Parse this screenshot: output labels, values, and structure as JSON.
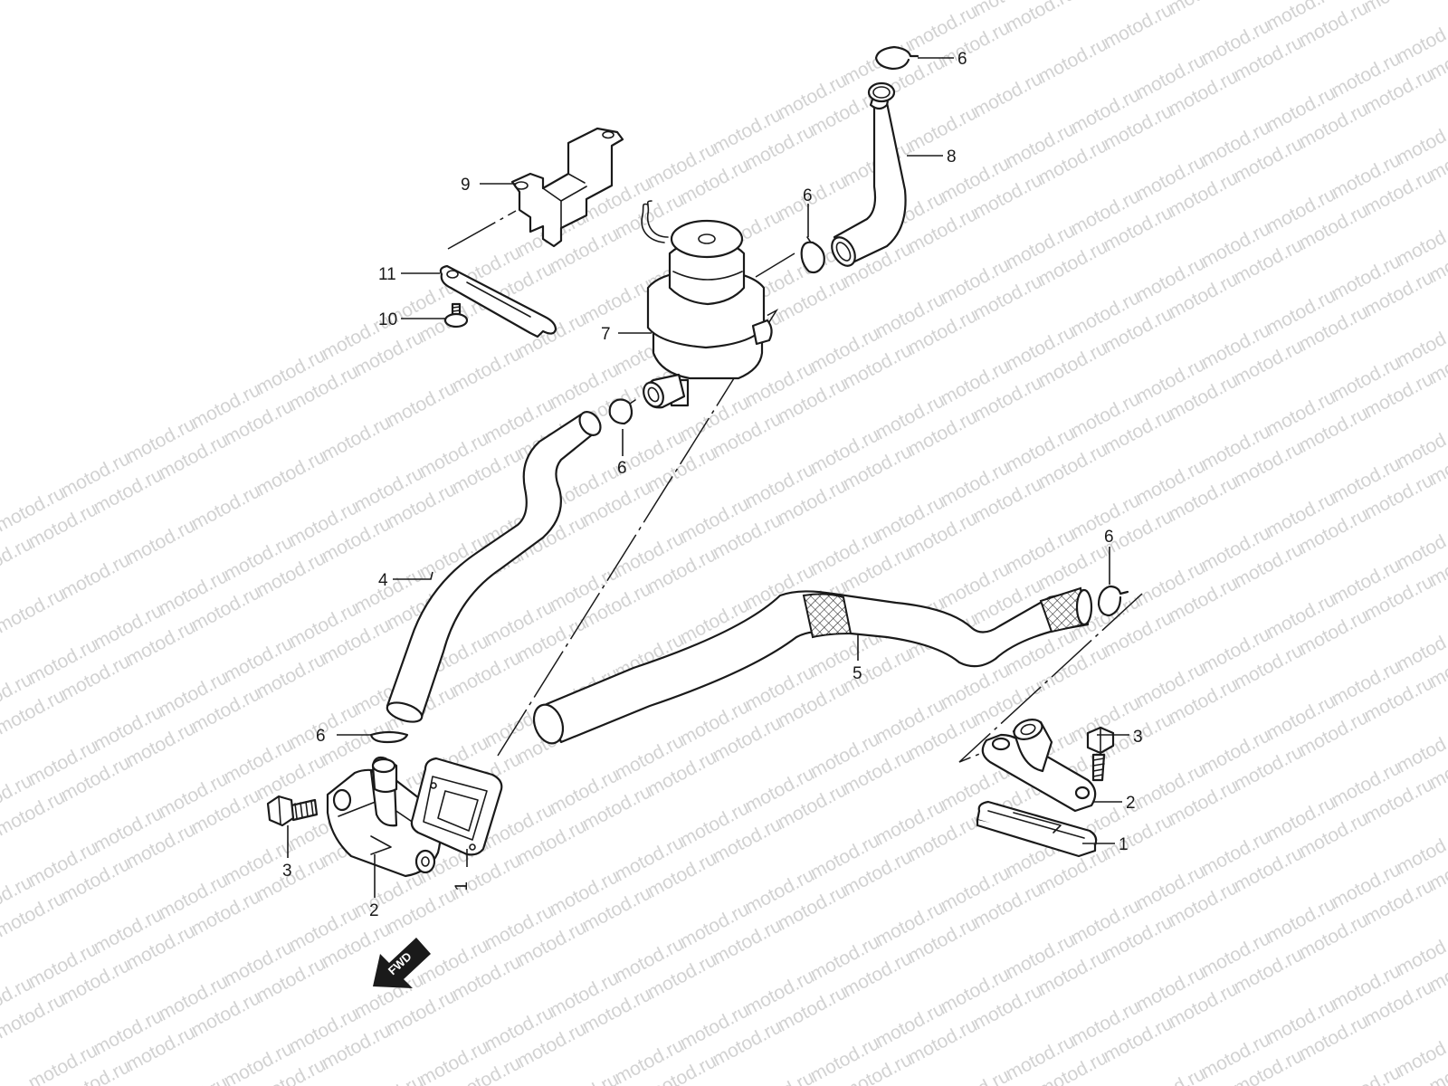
{
  "watermark": "motod.ru",
  "fwd_label": "FWD",
  "callouts": {
    "c1_left": "1",
    "c1_right": "1",
    "c2_left": "2",
    "c2_right": "2",
    "c3_left": "3",
    "c3_right": "3",
    "c4": "4",
    "c5": "5",
    "c6_top": "6",
    "c6_valve_right": "6",
    "c6_valve_left": "6",
    "c6_right": "6",
    "c6_bottom": "6",
    "c7": "7",
    "c8": "8",
    "c9": "9",
    "c10": "10",
    "c11": "11"
  },
  "colors": {
    "ink": "#1a1a1a",
    "watermark": "#d2d2d2",
    "background": "#ffffff"
  }
}
